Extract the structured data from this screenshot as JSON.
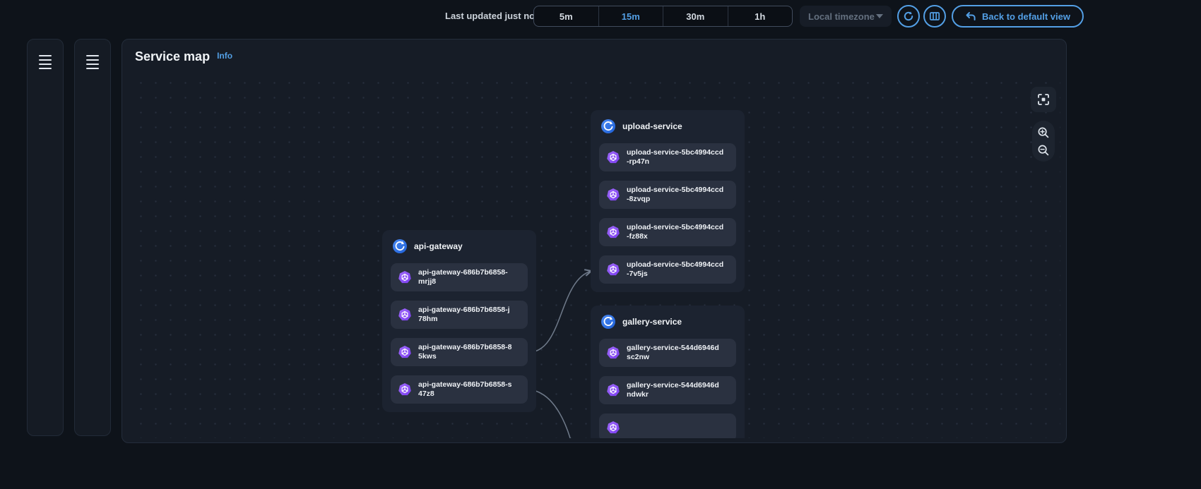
{
  "toolbar": {
    "last_updated": "Last updated just now",
    "time_ranges": [
      "5m",
      "15m",
      "30m",
      "1h"
    ],
    "selected_range": "15m",
    "timezone_label": "Local timezone",
    "back_button_label": "Back to default view"
  },
  "panel": {
    "title": "Service map",
    "info_link": "Info"
  },
  "map": {
    "groups": [
      {
        "name": "api-gateway",
        "pods": [
          {
            "line1": "api-gateway-686b7b6858-",
            "line2": "mrjj8"
          },
          {
            "line1": "api-gateway-686b7b6858-j",
            "line2": "78hm"
          },
          {
            "line1": "api-gateway-686b7b6858-8",
            "line2": "5kws"
          },
          {
            "line1": "api-gateway-686b7b6858-s",
            "line2": "47z8"
          }
        ]
      },
      {
        "name": "upload-service",
        "pods": [
          {
            "line1": "upload-service-5bc4994ccd",
            "line2": "-rp47n"
          },
          {
            "line1": "upload-service-5bc4994ccd",
            "line2": "-8zvqp"
          },
          {
            "line1": "upload-service-5bc4994ccd",
            "line2": "-fz88x"
          },
          {
            "line1": "upload-service-5bc4994ccd",
            "line2": "-7v5js"
          }
        ]
      },
      {
        "name": "gallery-service",
        "pods": [
          {
            "line1": "gallery-service-544d6946d",
            "line2": "sc2nw"
          },
          {
            "line1": "gallery-service-544d6946d",
            "line2": "ndwkr"
          }
        ]
      }
    ]
  },
  "colors": {
    "accent": "#539fe5",
    "pod_icon": "#8b5cf6",
    "service_icon": "#2f7df6",
    "edge": "#6f7a8a"
  },
  "icons": {
    "hamburger-menu-icon": "three-bars",
    "refresh-icon": "circular-arrow",
    "layout-columns-icon": "columns",
    "back-arrow-icon": "return-arrow",
    "caret-down-icon": "triangle-down",
    "service-icon": "blue-circle-arrow",
    "pod-icon": "purple-heptagon",
    "fit-view-icon": "corner-brackets",
    "zoom-in-icon": "magnifier-plus",
    "zoom-out-icon": "magnifier-minus"
  }
}
